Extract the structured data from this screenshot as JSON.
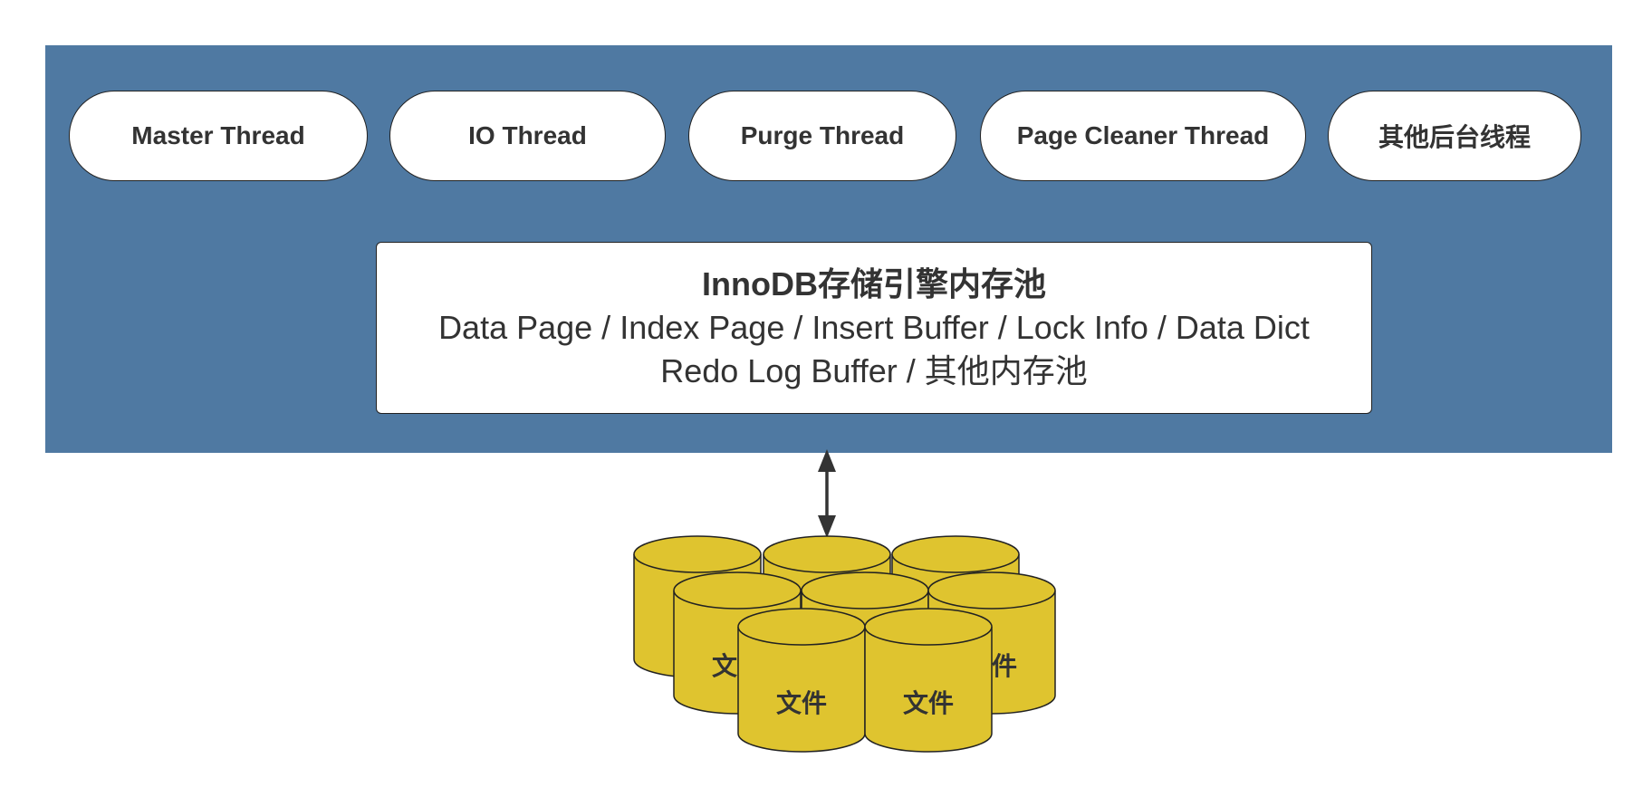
{
  "threads": [
    {
      "label": "Master Thread"
    },
    {
      "label": "IO Thread"
    },
    {
      "label": "Purge Thread"
    },
    {
      "label": "Page Cleaner Thread"
    },
    {
      "label": "其他后台线程"
    }
  ],
  "buffer_pool": {
    "title": "InnoDB存储引擎内存池",
    "line1": "Data Page / Index Page / Insert Buffer / Lock Info / Data Dict",
    "line2": "Redo Log Buffer / 其他内存池"
  },
  "files": {
    "label": "文件"
  },
  "colors": {
    "panel": "#4f79a2",
    "cylinder_fill": "#dfc42f",
    "stroke": "#222222",
    "text": "#333333"
  }
}
